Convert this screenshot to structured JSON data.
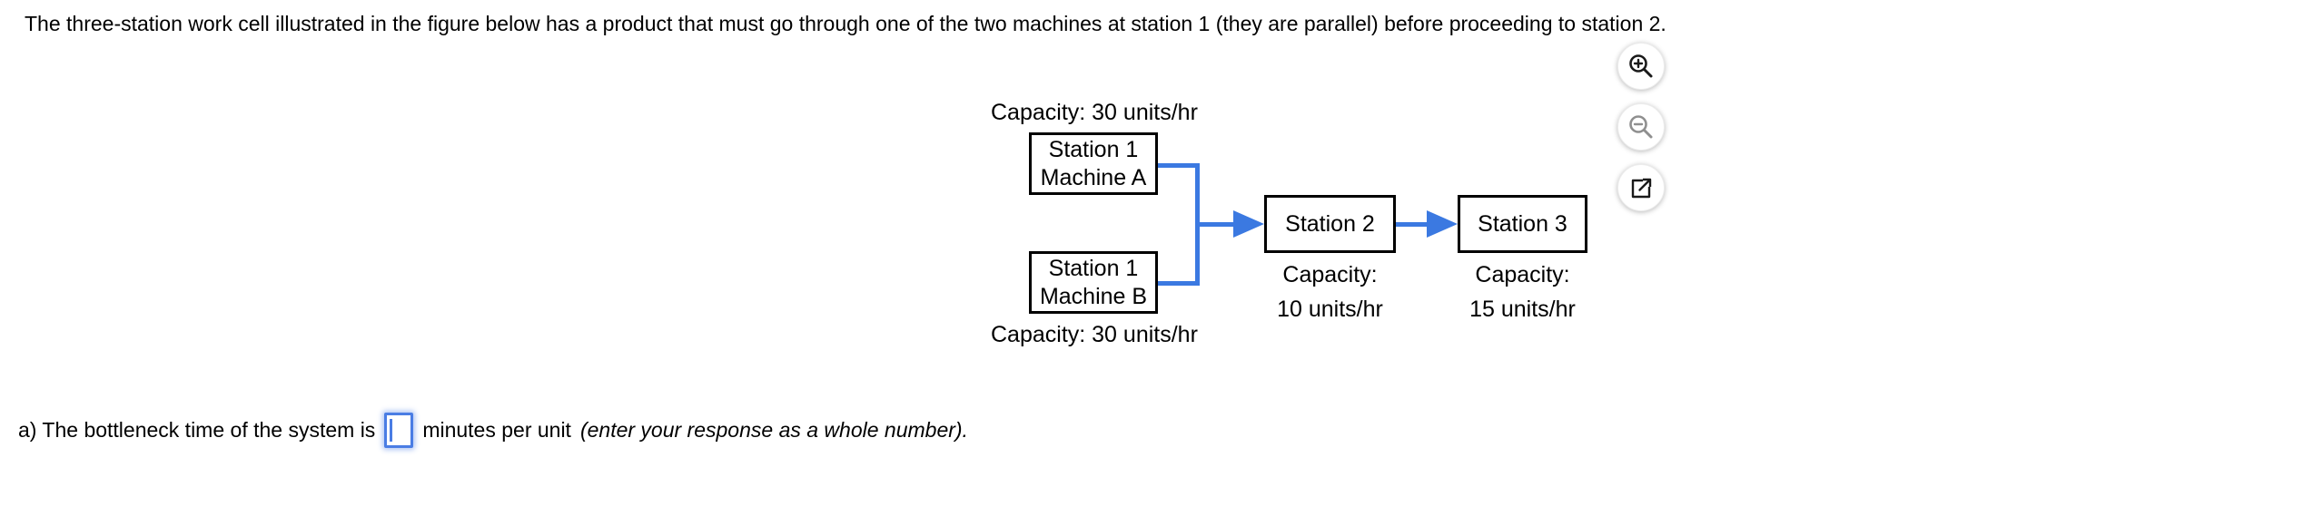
{
  "question": "The three-station work cell illustrated in the figure below has a product that must go through one of the two machines at station 1 (they are parallel) before proceeding to station 2.",
  "diagram": {
    "machine_a": {
      "line1": "Station 1",
      "line2": "Machine A",
      "capacity": "Capacity: 30 units/hr"
    },
    "machine_b": {
      "line1": "Station 1",
      "line2": "Machine B",
      "capacity": "Capacity: 30 units/hr"
    },
    "station2": {
      "label": "Station 2",
      "capacity_line1": "Capacity:",
      "capacity_line2": "10 units/hr"
    },
    "station3": {
      "label": "Station 3",
      "capacity_line1": "Capacity:",
      "capacity_line2": "15 units/hr"
    }
  },
  "toolbar": {
    "icons": [
      {
        "name": "zoom-in",
        "state": "enabled"
      },
      {
        "name": "zoom-out",
        "state": "disabled"
      },
      {
        "name": "open-in-new-window",
        "state": "enabled"
      }
    ]
  },
  "answer_section": {
    "prefix": "a) The bottleneck time of the system is",
    "input_value": "",
    "suffix_regular": "minutes per unit",
    "suffix_italic": "(enter your response as a whole number)."
  },
  "colors": {
    "arrow_blue": "#3b79e1",
    "input_focus_blue": "#4a7de4",
    "icon_black": "#1a1a1a",
    "icon_disabled_gray": "#8f8f8f",
    "box_border": "#000000"
  }
}
